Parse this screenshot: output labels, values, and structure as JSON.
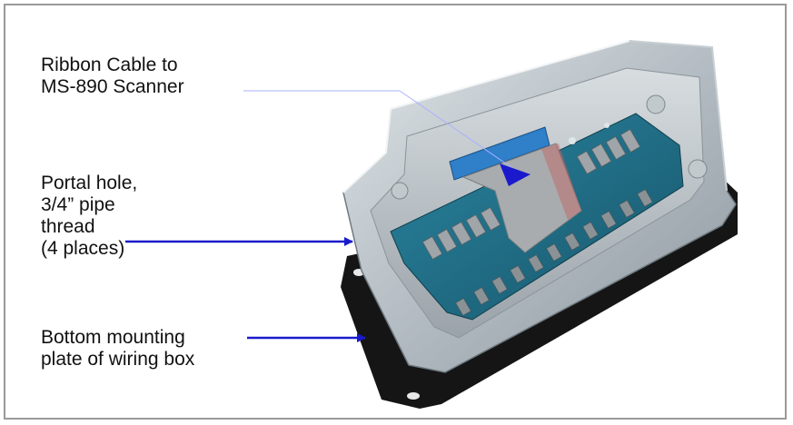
{
  "labels": {
    "ribbon": [
      "Ribbon Cable to",
      "MS-890 Scanner"
    ],
    "portal": [
      "Portal hole,",
      "3/4” pipe",
      "thread",
      "(4 places)"
    ],
    "bottom": [
      "Bottom mounting",
      "plate of wiring box"
    ]
  },
  "colors": {
    "arrow": "#1a1acc",
    "frame": "#9a9a9a",
    "enclosure": "#b9c2c8",
    "board": "#1f6f86",
    "plate": "#151515",
    "ribbon_cable": "#a9acae",
    "cable_connector": "#2f7fc9"
  },
  "icons": [
    "wiring-box-photo",
    "arrow-right-icon"
  ]
}
